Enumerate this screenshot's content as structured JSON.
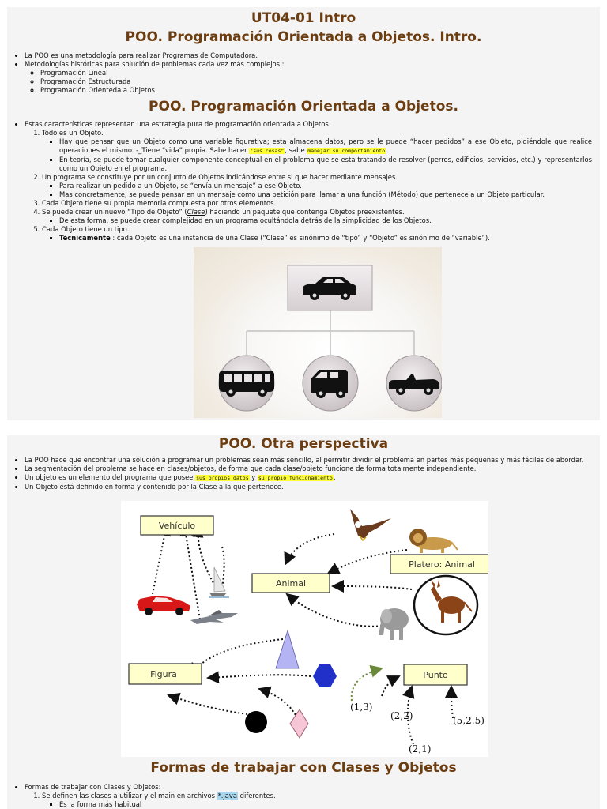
{
  "page1": {
    "title": "UT04-01 Intro",
    "subtitle": "POO. Programación Orientada a Objetos. Intro.",
    "intro_items": [
      "La POO es una metodología para realizar Programas de Computadora.",
      "Metodologías históricas para solución de problemas cada vez más complejos :"
    ],
    "methodologies": [
      "Programación Lineal",
      "Programación Estructurada",
      "Programación Orienteda a Objetos"
    ],
    "section_title": "POO. Programación Orientada a Objetos.",
    "section_intro": "Estas características representan una estrategia pura de programación orientada a Objetos.",
    "item1": "Todo es un Objeto.",
    "item1_sub1_before": "Hay que pensar que un Objeto como una variable figurativa; esta almacena datos, pero se le puede “hacer pedidos” a ese Objeto, pidiéndole que realice operaciones el mismo. -_Tiene “vida” propia. Sabe hacer ",
    "item1_sub1_hl1": "\"sus cosas\"",
    "item1_sub1_mid": ", sabe ",
    "item1_sub1_hl2": "manejar su comportamiento",
    "item1_sub1_end": ".",
    "item1_sub2": "En teoría, se puede tomar cualquier componente conceptual en el problema que se esta tratando de resolver (perros, edificios, servicios, etc.) y representarlos como un Objeto en el programa.",
    "item2": "Un programa se constituye por un conjunto de Objetos indicándose entre si que hacer mediante mensajes.",
    "item2_sub1": "Para realizar un pedido a un Objeto, se “envía un mensaje” a ese Objeto.",
    "item2_sub2": "Mas concretamente, se puede pensar en un mensaje como una petición para llamar a una función (Método) que pertenece a un Objeto particular.",
    "item3": "Cada Objeto tiene su propia memoria compuesta por otros elementos.",
    "item4_before": "Se puede crear un nuevo “Tipo de Objeto” (",
    "item4_em": "Clase",
    "item4_after": ") haciendo un paquete que contenga Objetos preexistentes.",
    "item4_sub1": "De esta forma, se puede crear complejidad en un programa ocultándola detrás de la simplicidad de los Objetos.",
    "item5": "Cada Objeto tiene un tipo.",
    "item5_sub1_bold": "Técnicamente",
    "item5_sub1_rest": " : cada Objeto es una instancia de una Clase (“Clase” es sinónimo de “tipo” y “Objeto” es sinónimo de “variable”)."
  },
  "page2": {
    "title": "POO. Otra perspectiva",
    "items": [
      "La POO hace que encontrar una solución a programar un problemas sean más sencillo, al permitir dividir el problema en partes más pequeñas y más fáciles de abordar.",
      "La segmentación del problema se hace en clases/objetos, de forma que cada clase/objeto funcione de forma totalmente independiente."
    ],
    "item3_before": "Un objeto es un elemento del programa que posee ",
    "item3_hl1": "sus propios datos",
    "item3_mid": " y ",
    "item3_hl2": "su propio funcionamiento",
    "item3_end": ".",
    "item4": "Un Objeto está definido en forma y contenido por la Clase a la que pertenece.",
    "diagram": {
      "vehiculo": "Vehículo",
      "animal": "Animal",
      "platero": "Platero: Animal",
      "figura": "Figura",
      "punto": "Punto",
      "coords": [
        "(1,3)",
        "(2,2)",
        "(2,1)",
        "(5,2.5)"
      ]
    },
    "section_title": "Formas de trabajar con Clases y Objetos",
    "forms_intro": "Formas de trabajar con Clases y Objetos:",
    "form1_before": "Se definen las clases a utilizar y el main en archivos ",
    "form1_hl": "*.java",
    "form1_after": " diferentes.",
    "form1_sub1": "Es la forma más habitual"
  },
  "colors": {
    "heading": "#6b3d10",
    "highlight_yellow": "#ffff33",
    "highlight_blue": "#a8d8f0",
    "label_box": "#ffffcc"
  },
  "icons": [
    "car-icon",
    "bus-icon",
    "van-icon",
    "convertible-icon",
    "red-car-icon",
    "sailboat-icon",
    "jet-icon",
    "eagle-icon",
    "lion-icon",
    "donkey-icon",
    "elephant-icon",
    "triangle-icon",
    "hexagon-icon",
    "circle-icon",
    "diamond-icon"
  ]
}
